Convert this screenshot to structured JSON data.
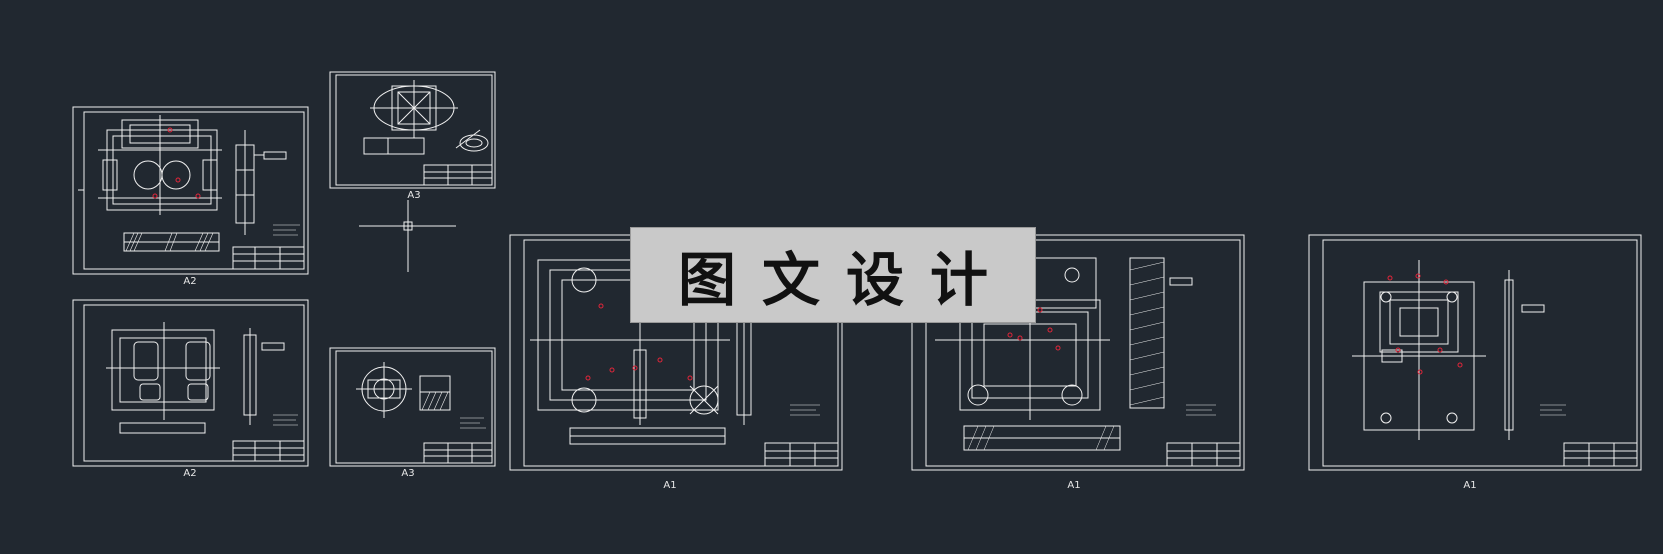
{
  "sheets": [
    {
      "id": "sheet-a2-top",
      "label": "A2"
    },
    {
      "id": "sheet-a3-top",
      "label": "A3"
    },
    {
      "id": "sheet-a2-bottom",
      "label": "A2"
    },
    {
      "id": "sheet-a3-bottom",
      "label": "A3"
    },
    {
      "id": "sheet-a1-left",
      "label": "A1"
    },
    {
      "id": "sheet-a1-middle",
      "label": "A1"
    },
    {
      "id": "sheet-a1-right",
      "label": "A1"
    }
  ],
  "watermark": {
    "text": "图文设计"
  },
  "colors": {
    "background": "#212830",
    "lines": "#ffffff",
    "center_marks": "#e0263a",
    "watermark_bg": "#c9c9c9"
  }
}
